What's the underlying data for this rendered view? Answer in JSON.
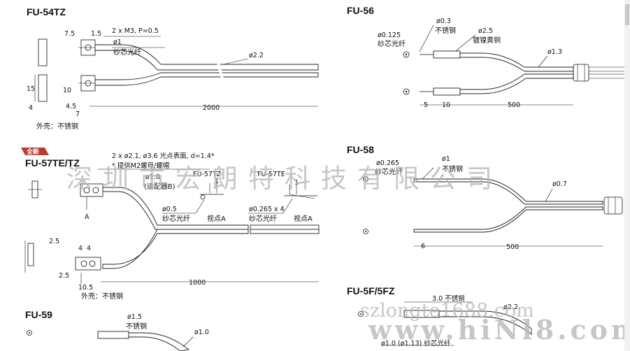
{
  "fu54tz": {
    "title": "FU-54TZ",
    "screw": "2 x M3, P=0.5",
    "fiber_dia": "ø1",
    "fiber_mat": "纱芯光纤",
    "cable_dia": "ø2.2",
    "dims": {
      "d7_5": "7.5",
      "d1_5": "1.5",
      "d15": "15",
      "d4": "4",
      "d10": "10",
      "d4_5": "4.5",
      "d7": "7",
      "d2000": "2000"
    },
    "housing": "外壳：不锈钢"
  },
  "fu56": {
    "title": "FU-56",
    "core": "ø0.125",
    "core_mat": "纱芯光纤",
    "tube_dia": "ø0.3",
    "tube_mat": "不锈钢",
    "sleeve_dia": "ø2.5",
    "sleeve_mat": "镀镍黄铜",
    "cable_dia": "ø1.3",
    "dims": {
      "d5": "5",
      "d10": "10",
      "d500": "500"
    }
  },
  "fu57": {
    "badge": "全新",
    "title": "FU-57TE/TZ",
    "screw": "2 x ø2.1, ø3.6 光点表面, d=1.4*",
    "note": "* 提供M2螺母/螺帽",
    "fiber_dia": "ø1.0",
    "fiber_note": "(适配器B)",
    "label_a": "A",
    "tz_title": "FU-57TZ",
    "te_title": "FU-57TE",
    "one_a": "1",
    "one_b": "1",
    "core_a": "ø0.5",
    "core_a_mat": "纱芯光纤",
    "core_b": "ø0.265 x 4",
    "core_b_mat": "纱芯光纤",
    "view_a": "视点A",
    "view_b": "视点A",
    "dims": {
      "d2_5a": "2.5",
      "d4a": "4",
      "d4b": "4",
      "d2_5b": "2.5",
      "d10_5": "10.5",
      "d1000": "1000"
    },
    "housing": "外壳：不锈钢"
  },
  "fu58": {
    "title": "FU-58",
    "core": "ø0.265",
    "core_mat": "纱芯光纤",
    "tube_dia": "ø1",
    "tube_mat": "不锈钢",
    "cable_dia": "ø0.7",
    "dims": {
      "d6": "6",
      "d500": "500"
    }
  },
  "fu59": {
    "title": "FU-59",
    "tube_dia": "ø1.5",
    "tube_mat": "不锈钢",
    "cable_dia": "ø1.0"
  },
  "fu5f": {
    "title": "FU-5F/5FZ",
    "tube": "3.0 不锈钢",
    "cable_dia": "ø2.2",
    "core": "ø1.0 (ø1.13) 纱芯光纤"
  },
  "watermark": {
    "company": "深圳市宏朗特科技有限公司",
    "site": "szlongte1688.com",
    "url": "www.hiNl8.com"
  }
}
